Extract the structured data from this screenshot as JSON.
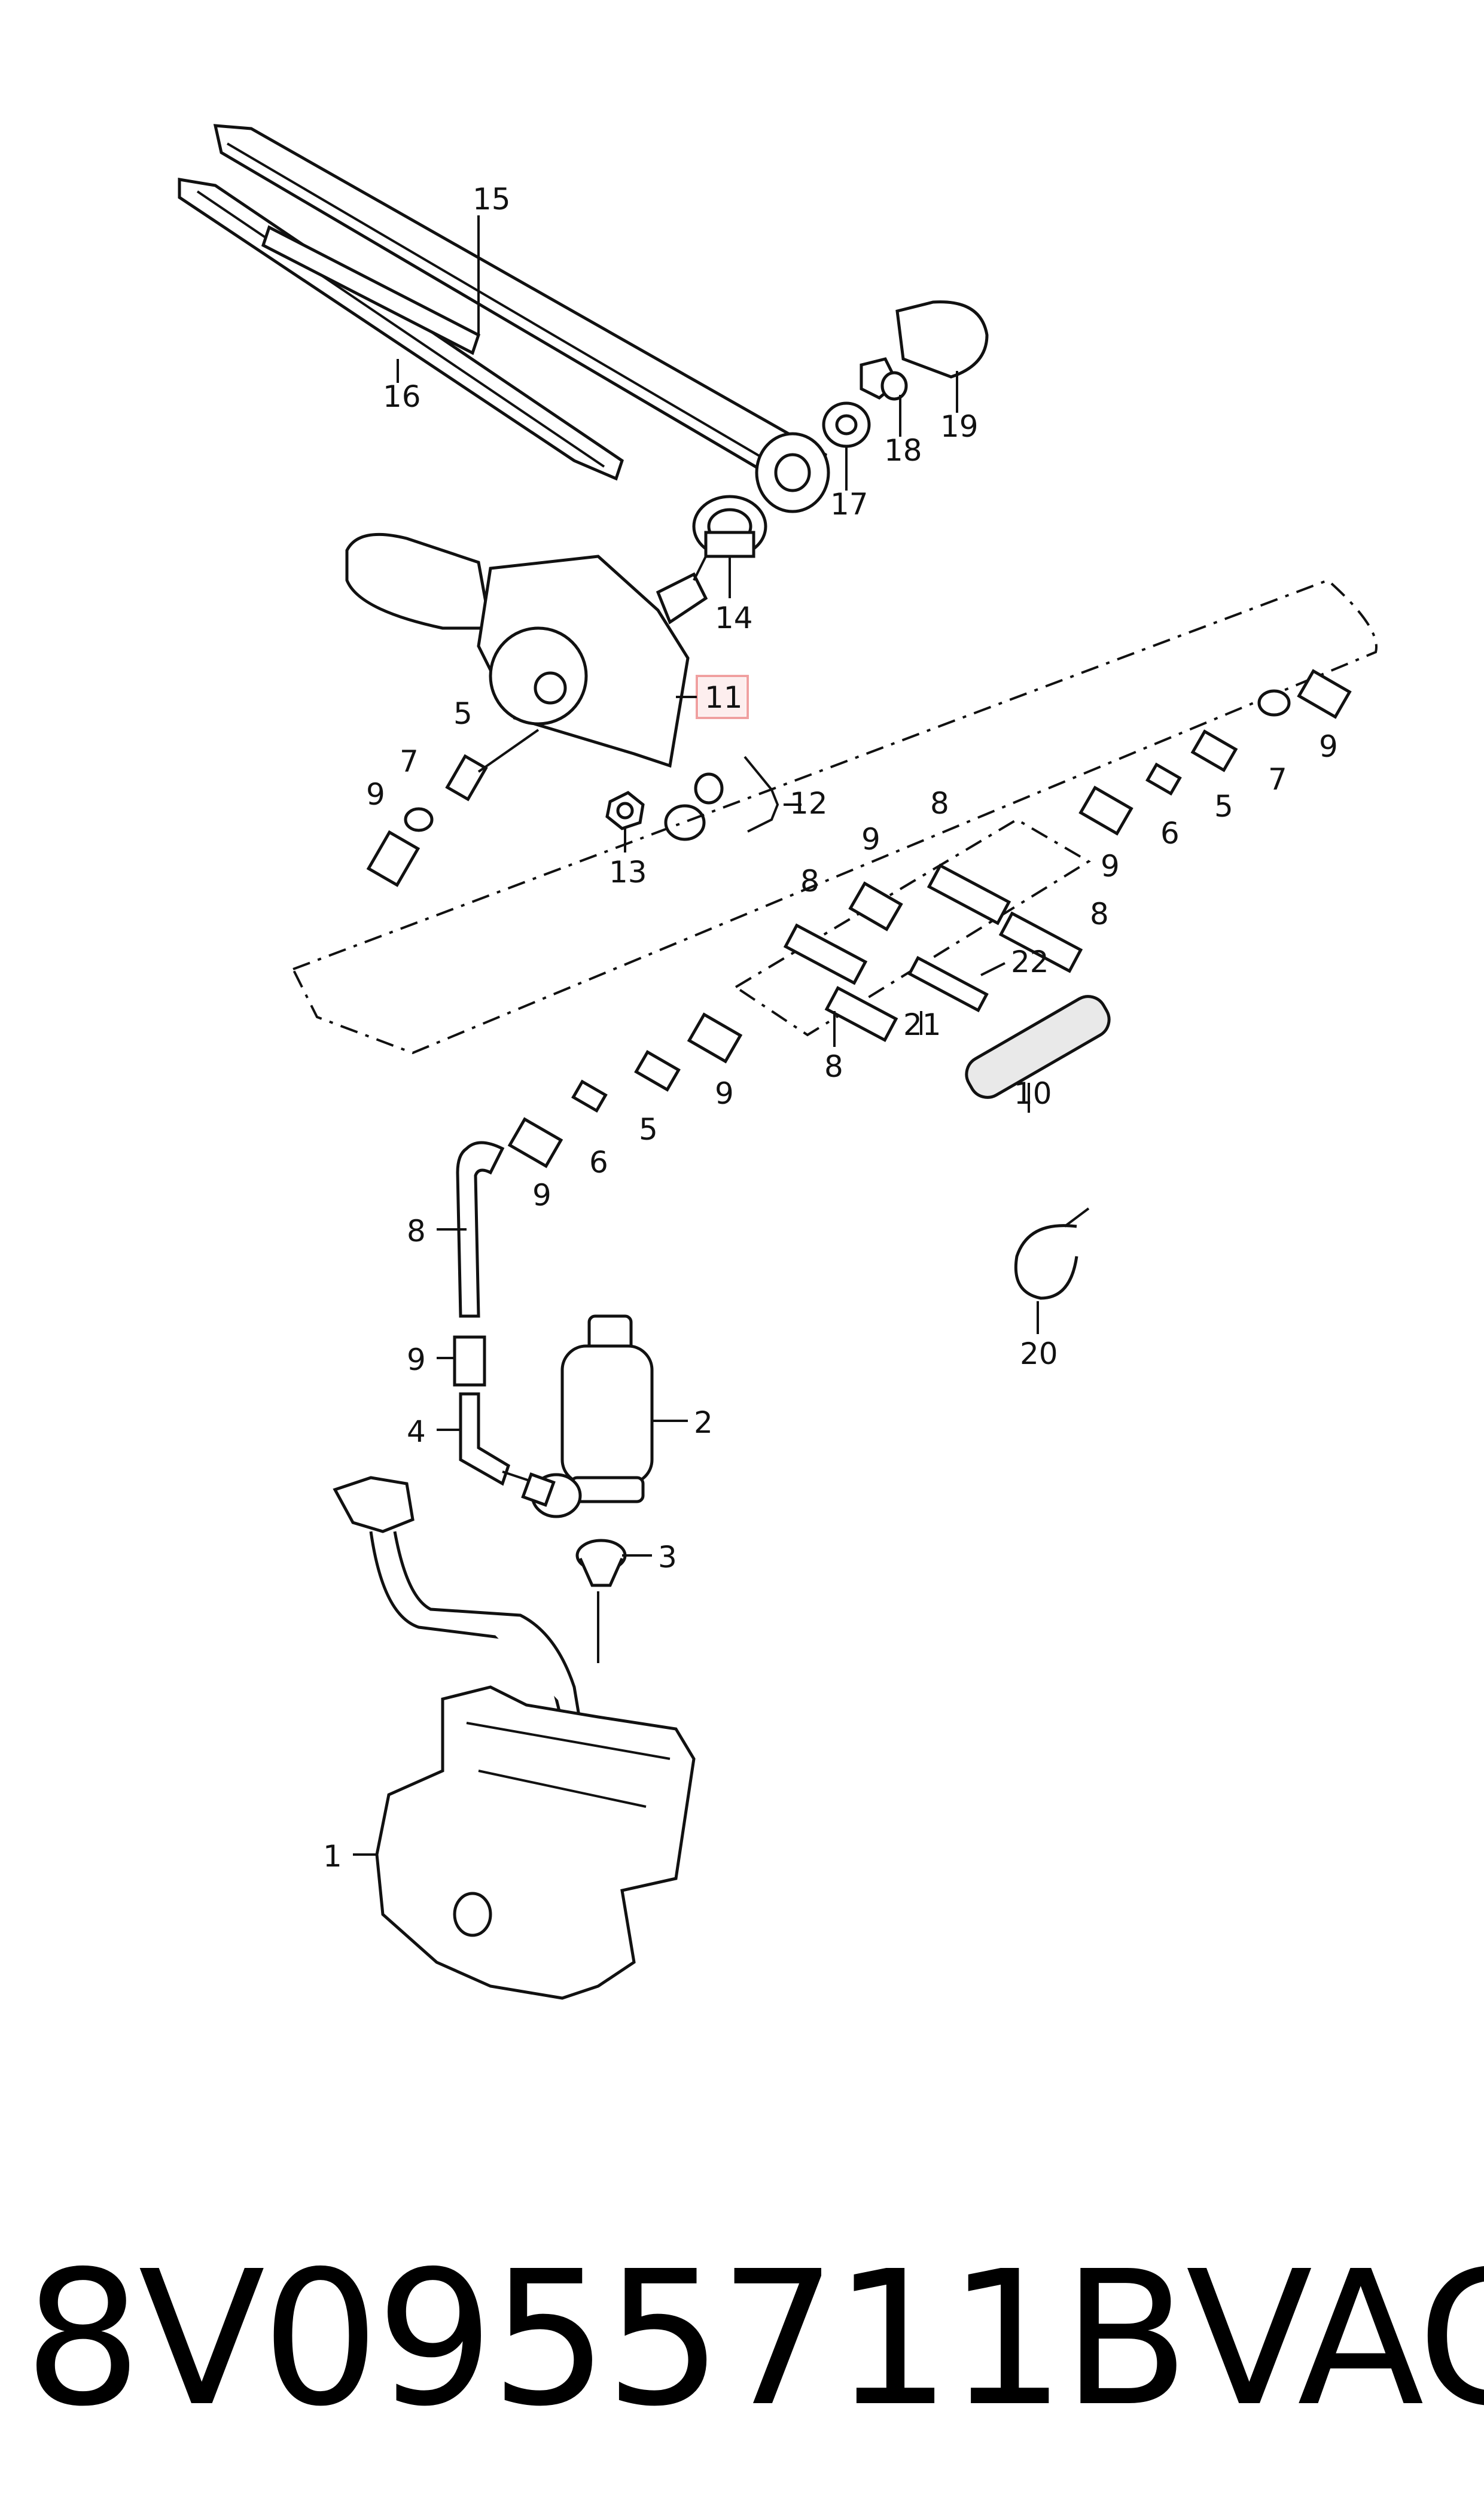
{
  "callouts": {
    "c1": "1",
    "c2": "2",
    "c3": "3",
    "c4": "4",
    "c5a": "5",
    "c5b": "5",
    "c5c": "5",
    "c6a": "6",
    "c6b": "6",
    "c7a": "7",
    "c7b": "7",
    "c8a": "8",
    "c8b": "8",
    "c8c": "8",
    "c8d": "8",
    "c8e": "8",
    "c9a": "9",
    "c9b": "9",
    "c9c": "9",
    "c9d": "9",
    "c9e": "9",
    "c9f": "9",
    "c9g": "9",
    "c10": "10",
    "c11": "11",
    "c12": "12",
    "c13": "13",
    "c14": "14",
    "c15": "15",
    "c16": "16",
    "c17": "17",
    "c18": "18",
    "c19": "19",
    "c20": "20",
    "c21": "21",
    "c22": "22"
  },
  "highlight_color": "#f5b7b7",
  "footer": {
    "part_number": "8V0955711B",
    "brand": "VAG"
  }
}
